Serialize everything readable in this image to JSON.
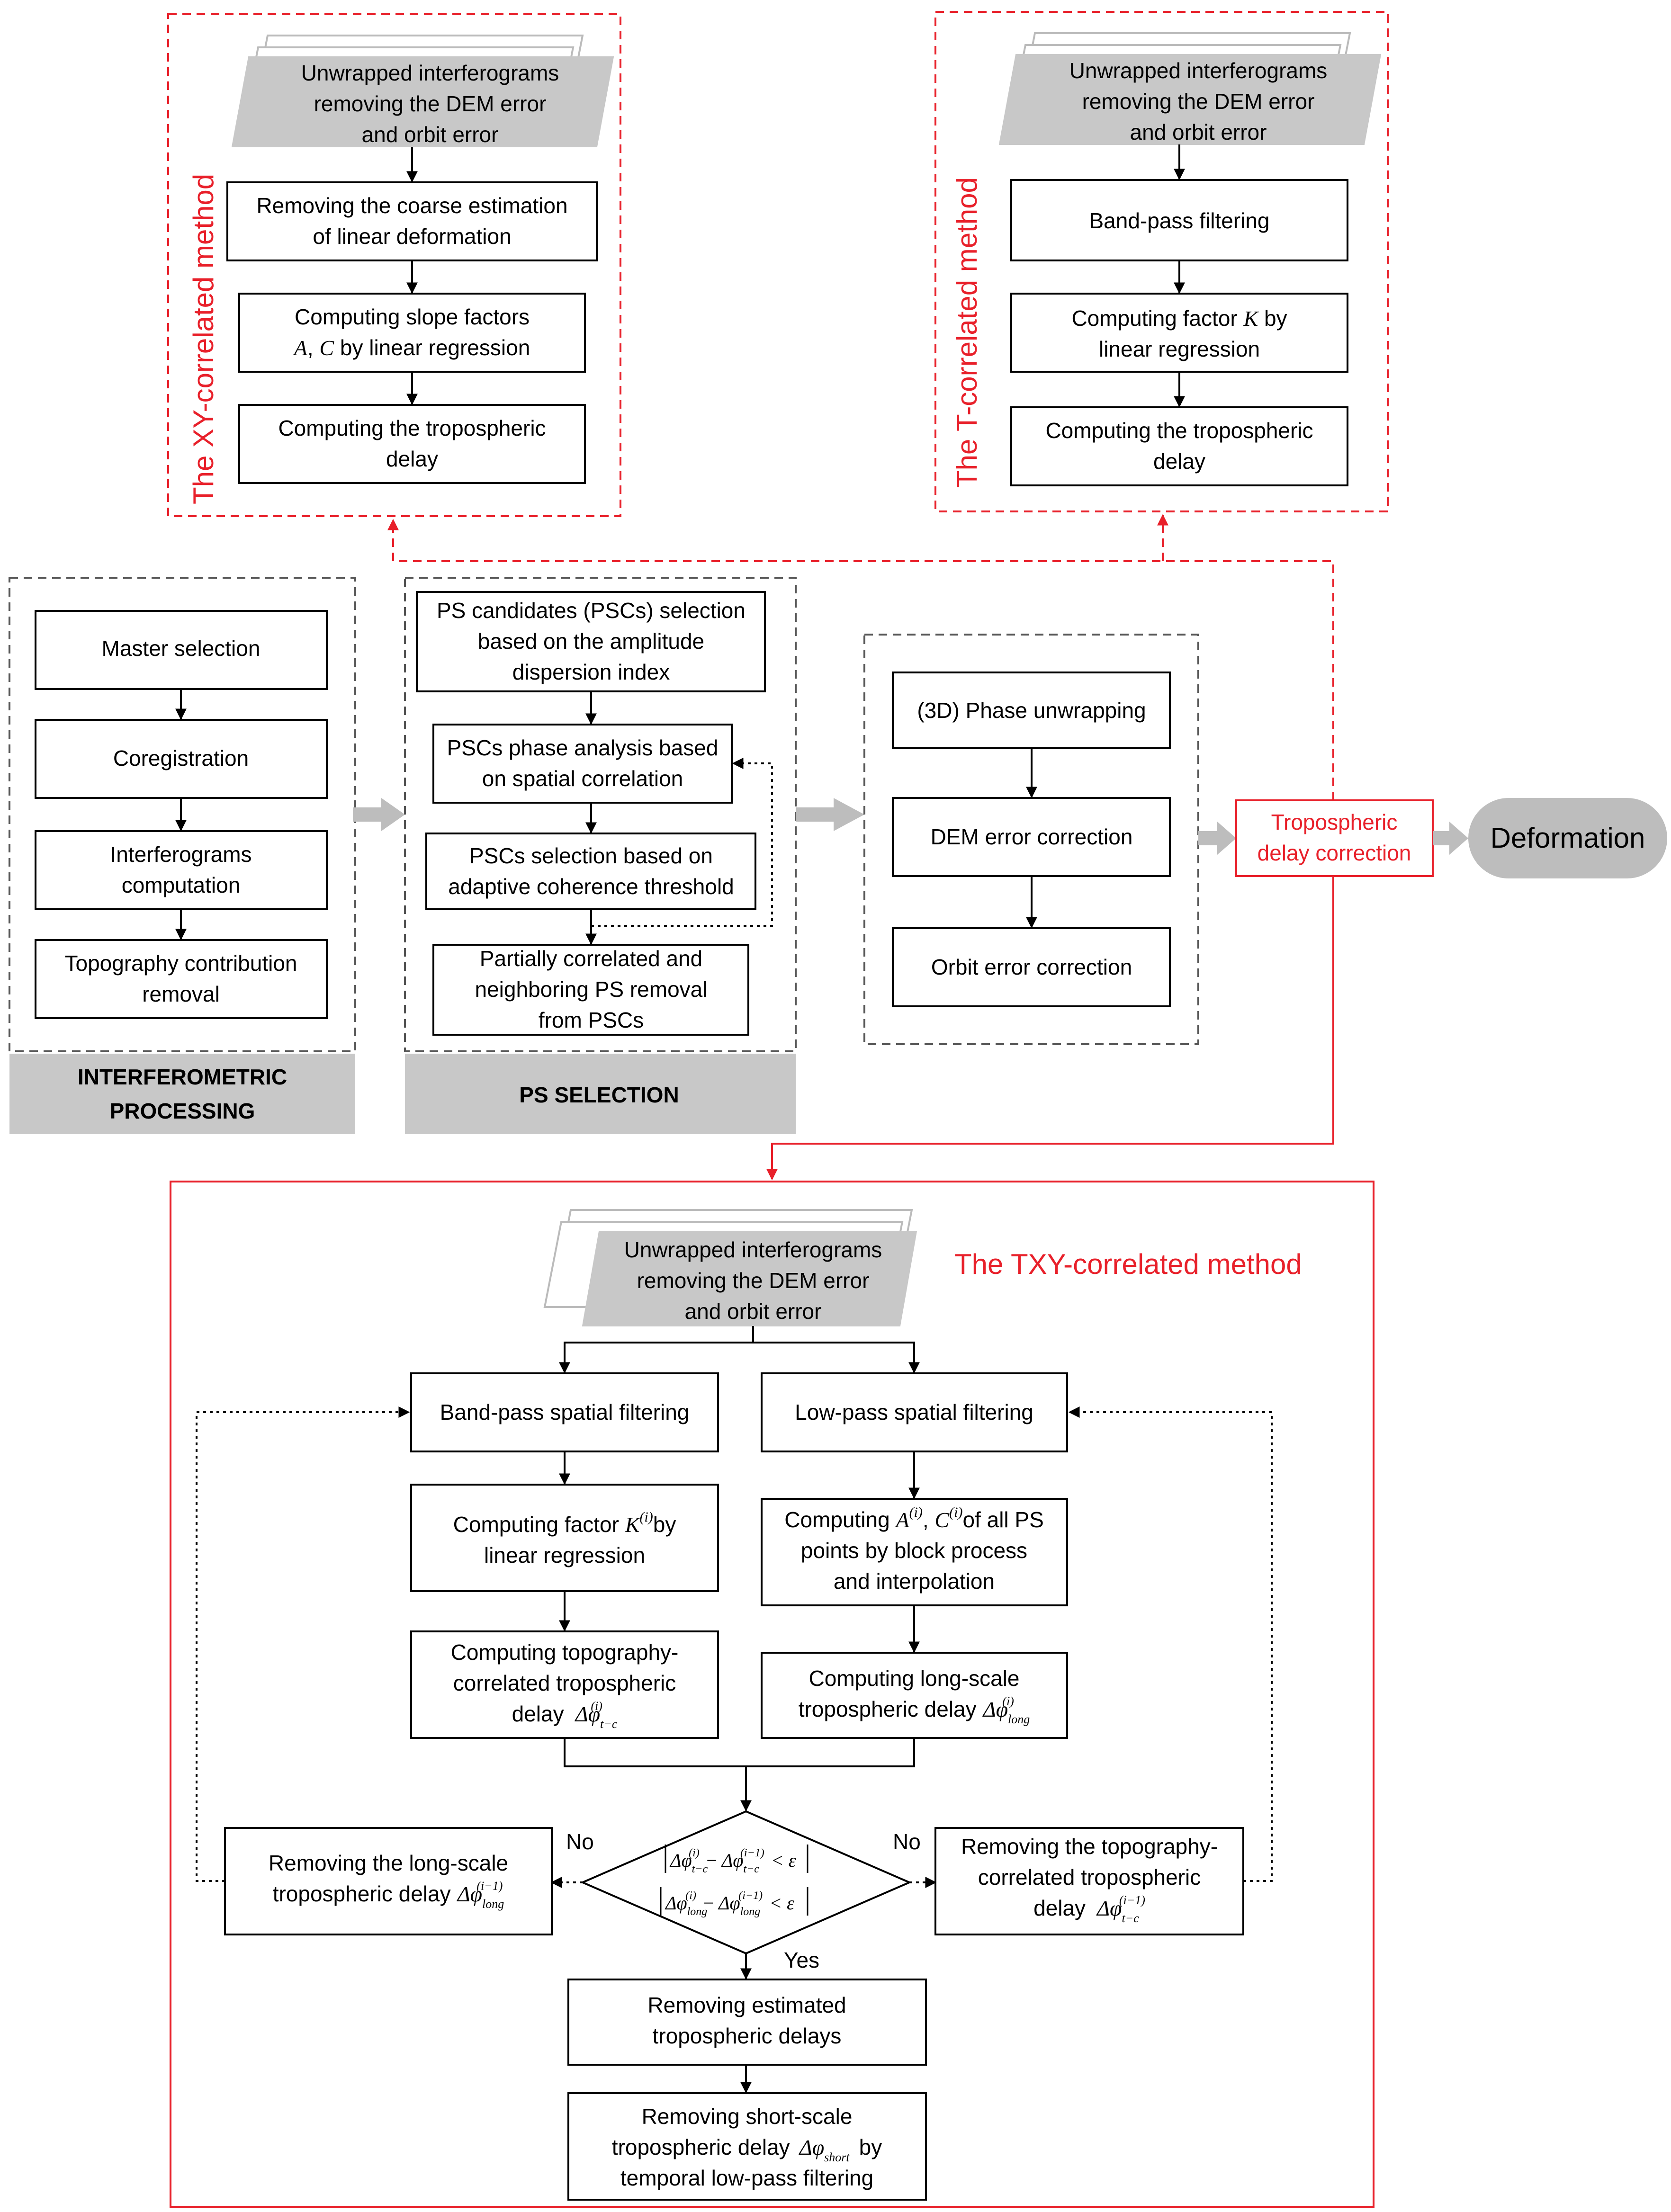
{
  "xy_method": {
    "title": "The XY-correlated method",
    "input": [
      "Unwrapped interferograms",
      "removing the DEM error",
      "and orbit error"
    ],
    "step1": [
      "Removing the coarse estimation",
      "of linear deformation"
    ],
    "step2_a": "Computing slope factors",
    "step2_b_sym1": "A",
    "step2_b_sep": ", ",
    "step2_b_sym2": "C",
    "step2_b_rest": " by linear regression",
    "step3": [
      "Computing the tropospheric",
      "delay"
    ]
  },
  "t_method": {
    "title": "The T-correlated method",
    "input": [
      "Unwrapped interferograms",
      "removing the DEM error",
      "and orbit error"
    ],
    "step1": "Band-pass filtering",
    "step2_a": "Computing factor ",
    "step2_sym": "K",
    "step2_a_rest": " by",
    "step2_b": "linear regression",
    "step3": [
      "Computing the tropospheric",
      "delay"
    ]
  },
  "interferometric": {
    "steps": [
      "Master selection",
      "Coregistration"
    ],
    "step3": [
      "Interferograms",
      "computation"
    ],
    "step4": [
      "Topography contribution",
      "removal"
    ],
    "label": [
      "INTERFEROMETRIC",
      "PROCESSING"
    ]
  },
  "ps_selection": {
    "step1": [
      "PS candidates (PSCs) selection",
      "based on the amplitude",
      "dispersion index"
    ],
    "step2": [
      "PSCs phase analysis based",
      "on spatial correlation"
    ],
    "step3": [
      "PSCs selection based on",
      "adaptive coherence threshold"
    ],
    "step4": [
      "Partially correlated and",
      "neighboring PS removal",
      "from PSCs"
    ],
    "label": "PS SELECTION"
  },
  "corrections": {
    "steps": [
      "(3D) Phase unwrapping",
      "DEM error correction",
      "Orbit error correction"
    ]
  },
  "tropo_box": [
    "Tropospheric",
    "delay correction"
  ],
  "deformation": "Deformation",
  "txy_method": {
    "title": "The TXY-correlated method",
    "input": [
      "Unwrapped interferograms",
      "removing the DEM error",
      "and orbit error"
    ],
    "left1": "Band-pass spatial filtering",
    "right1": "Low-pass spatial filtering",
    "left2_a": "Computing factor ",
    "left2_sym": "K",
    "left2_sup": "(i)",
    "left2_a_rest": "by",
    "left2_b": "linear regression",
    "left3_a": "Computing topography-",
    "left3_b": "correlated tropospheric",
    "left3_c": "delay",
    "right2_a": "Computing ",
    "right2_sym1": "A",
    "right2_sym2": "C",
    "right2_sup": "(i)",
    "right2_sep": ", ",
    "right2_a_rest": "of all PS",
    "right2_b": "points by block process",
    "right2_c": "and interpolation",
    "right3_a": "Computing long-scale",
    "right3_b": "tropospheric delay",
    "side_left": [
      "Removing the long-scale",
      "tropospheric delay"
    ],
    "side_right": [
      "Removing the topography-",
      "correlated tropospheric",
      "delay"
    ],
    "no_left": "No",
    "no_right": "No",
    "yes": "Yes",
    "bottom1": [
      "Removing estimated",
      "tropospheric delays"
    ],
    "bottom2_a": "Removing short-scale",
    "bottom2_b": "tropospheric delay",
    "bottom2_b_rest": "by",
    "bottom2_c": "temporal low-pass filtering",
    "delta": "Δ",
    "phi": "φ",
    "sub_tc": "t−c",
    "sub_long": "long",
    "sub_short": "short",
    "sup_i": "(i)",
    "sup_im1": "(i−1)",
    "minus": "−",
    "lt_eps": "< ε"
  },
  "colors": {
    "red": "#e8202a",
    "gray": "#c8c8c8",
    "black": "#000000"
  }
}
